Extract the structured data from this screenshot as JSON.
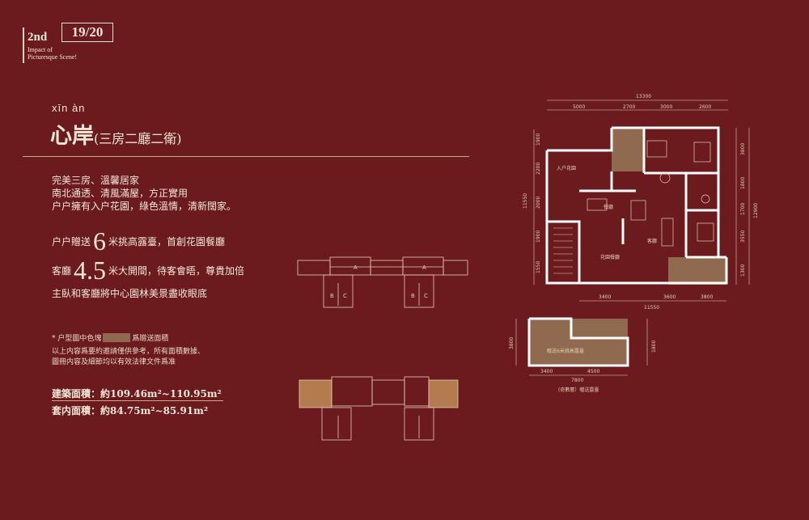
{
  "header": {
    "edition": "2nd",
    "edition_sub_line1": "Impact of",
    "edition_sub_line2": "Picturesque Scene!",
    "page_number": "19/20"
  },
  "title": {
    "pinyin": "xīn àn",
    "name": "心岸",
    "layout": "(三房二廳二衛)"
  },
  "description": [
    "完美三房、溫馨居家",
    "南北通透、清風滿屋，方正實用",
    "户户擁有入户花園，綠色溫情，清新闊家。"
  ],
  "highlights": {
    "line1_prefix": "户户贈送",
    "line1_number": "6",
    "line1_suffix": "米挑高露臺，首創花園餐廳",
    "line2_prefix": "客廳",
    "line2_number": "4.5",
    "line2_suffix": "米大開間，待客會晤，尊貴加倍",
    "line3": "主臥和客廳將中心園林美景盡收眼底"
  },
  "notes": {
    "legend_label": "* 户型圖中色塊",
    "legend_meaning": "爲贈送面積",
    "line1": "以上内容爲要約邀請僅供參考，所有面積數據、",
    "line2": "圖冊内容及細節均以有效法律文件爲准"
  },
  "areas": {
    "building_label": "建築面積：約109.46m²~110.95m²",
    "interior_label": "套内面積：約84.75m²~85.91m²"
  },
  "key_plan": {
    "unit_letters": [
      "A",
      "A",
      "B",
      "C",
      "B",
      "C"
    ]
  },
  "floor_plan": {
    "top_total": "13300",
    "top_dims": [
      "5000",
      "2700",
      "3000",
      "2600"
    ],
    "bottom_dims": [
      "3400",
      "3600",
      "3800"
    ],
    "bottom_total": "11550",
    "left_total": "11550",
    "left_dims": [
      "1900",
      "2200",
      "2000",
      "1900",
      "1550"
    ],
    "right_total": "12900",
    "right_dims": [
      "3800",
      "1800",
      "1700",
      "3550",
      "1300"
    ],
    "terrace_dims": [
      "3400",
      "4500"
    ],
    "terrace_total": "7800",
    "terrace_left": "3800",
    "terrace_right": "1800",
    "room_entry_garden": "入户花園",
    "room_dining": "餐廳",
    "room_living": "客廳",
    "room_garden_restaurant": "花園餐廳",
    "room_terrace": "贈送6米挑高露臺",
    "caption": "(奇數層）贈送露臺"
  },
  "colors": {
    "background": "#6b1a1e",
    "gift_area": "#8f6a4e",
    "text": "#f3e7d6"
  }
}
